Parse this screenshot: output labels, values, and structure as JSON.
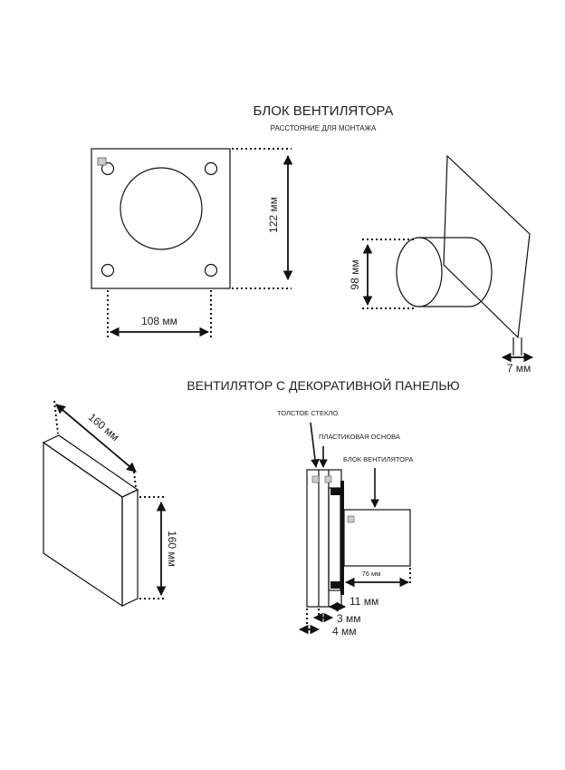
{
  "section1": {
    "title": "БЛОК ВЕНТИЛЯТОРА",
    "subtitle": "РАССТОЯНИЕ ДЛЯ МОНТАЖА"
  },
  "front_view": {
    "height_label": "122 мм",
    "width_label": "108 мм"
  },
  "side_view": {
    "diameter_label": "98 мм",
    "thickness_label": "7 мм"
  },
  "section2": {
    "title": "ВЕНТИЛЯТОР С ДЕКОРАТИВНОЙ ПАНЕЛЬЮ"
  },
  "panel": {
    "width_label": "160 мм",
    "height_label": "160 мм"
  },
  "cross_section": {
    "glass_label": "ТОЛСТОЕ СТЕКЛО",
    "base_label": "ПЛАСТИКОВАЯ ОСНОВА",
    "fan_label": "БЛОК ВЕНТИЛЯТОРА",
    "depth_label": "76 мм",
    "dim_11": "11 мм",
    "dim_3": "3 мм",
    "dim_4": "4 мм"
  }
}
